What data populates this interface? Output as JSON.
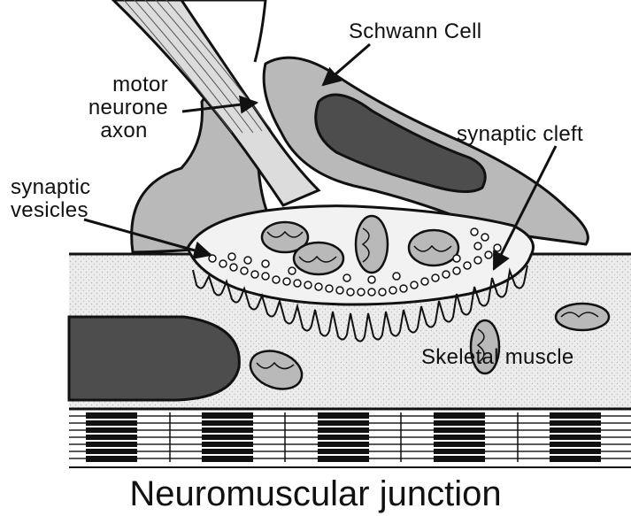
{
  "labels": {
    "schwann_cell": "Schwann Cell",
    "motor_neurone_axon": [
      "motor",
      "neurone",
      "axon"
    ],
    "synaptic_vesicles": [
      "synaptic",
      "vesicles"
    ],
    "synaptic_cleft": "synaptic cleft",
    "skeletal_muscle": "Skeletal muscle"
  },
  "title": "Neuromuscular junction",
  "colors": {
    "ink": "#111111",
    "schwann_fill": "#b9b9b9",
    "nucleus_fill": "#4d4d4d",
    "terminal_fill": "#eeeeee",
    "muscle_fill": "#e6e6e6",
    "background": "#ffffff"
  }
}
